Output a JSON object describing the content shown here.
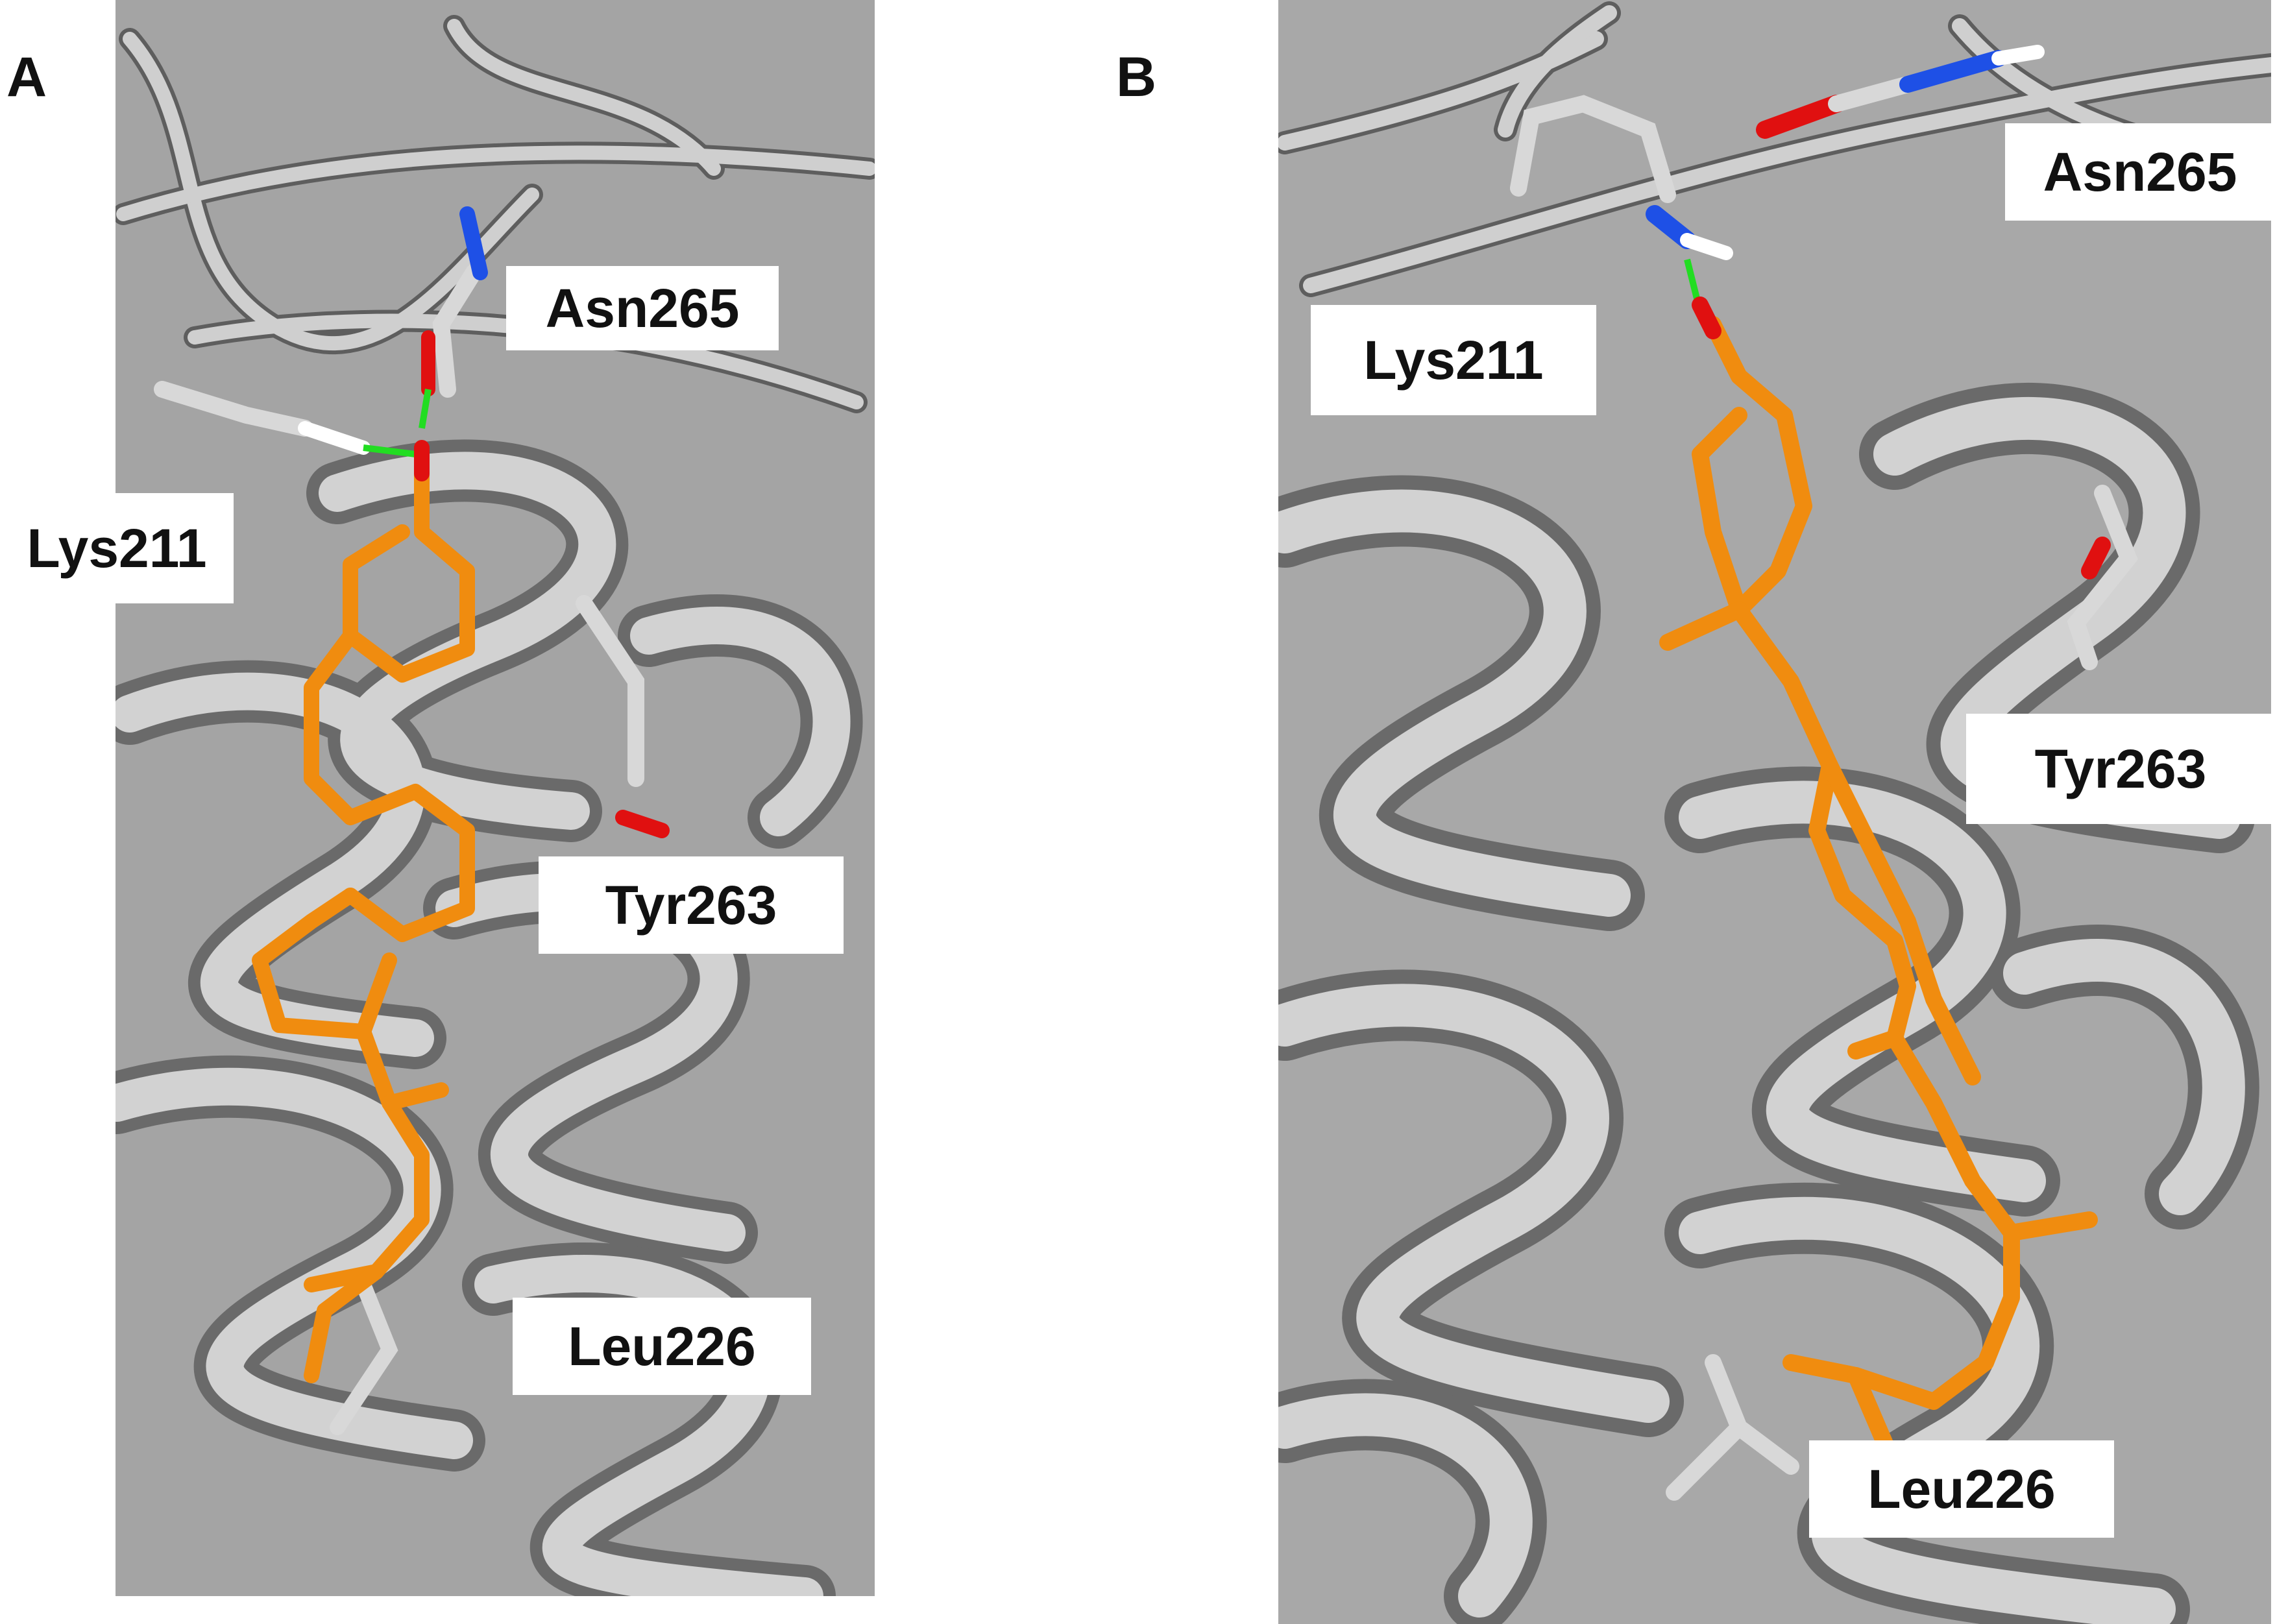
{
  "figure": {
    "panels": [
      {
        "letter": "A",
        "labels": {
          "asn": "Asn265",
          "lys": "Lys211",
          "tyr": "Tyr263",
          "leu": "Leu226"
        }
      },
      {
        "letter": "B",
        "labels": {
          "asn": "Asn265",
          "lys": "Lys211",
          "tyr": "Tyr263",
          "leu": "Leu226"
        }
      }
    ],
    "colors": {
      "background": "#ffffff",
      "ribbon": "#9a9a9a",
      "ribbon_light": "#c8c8c8",
      "ribbon_dark": "#5e5e5e",
      "ligand": "#f08c0f",
      "nitrogen": "#1e50e6",
      "oxygen": "#e01010",
      "hydrogen": "#ffffff",
      "hbond": "#22dd22"
    },
    "icons": [
      "protein-ribbon-cartoon",
      "ligand-stick-model",
      "hydrogen-bond"
    ]
  }
}
